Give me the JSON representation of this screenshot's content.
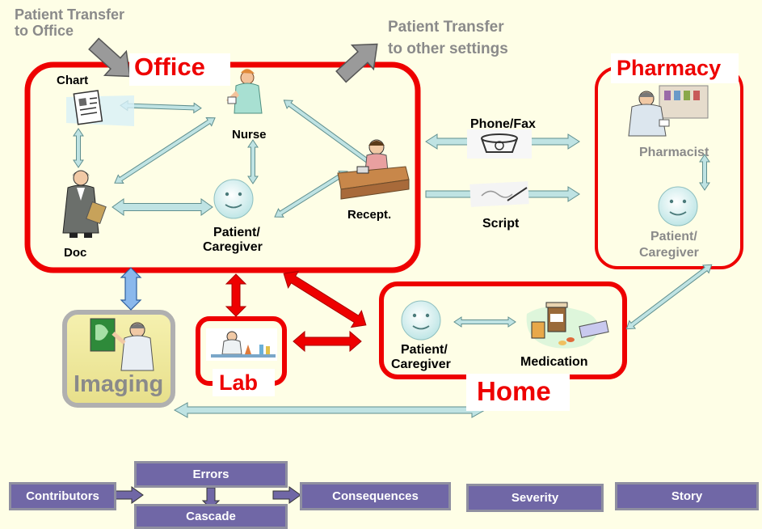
{
  "transfer": {
    "in_line1": "Patient Transfer",
    "in_line2": "to Office",
    "out_line1": "Patient Transfer",
    "out_line2": "to other settings"
  },
  "office": {
    "title": "Office",
    "chart": "Chart",
    "nurse": "Nurse",
    "doc": "Doc",
    "patient_line1": "Patient/",
    "patient_line2": "Caregiver",
    "recept": "Recept."
  },
  "links": {
    "phone_fax": "Phone/Fax",
    "script": "Script"
  },
  "pharmacy": {
    "title": "Pharmacy",
    "pharmacist": "Pharmacist",
    "patient_line1": "Patient/",
    "patient_line2": "Caregiver"
  },
  "imaging": {
    "title": "Imaging"
  },
  "lab": {
    "title": "Lab"
  },
  "home": {
    "title": "Home",
    "patient_line1": "Patient/",
    "patient_line2": "Caregiver",
    "medication": "Medication"
  },
  "nav": {
    "contributors": "Contributors",
    "errors": "Errors",
    "cascade": "Cascade",
    "consequences": "Consequences",
    "severity": "Severity",
    "story": "Story"
  },
  "colors": {
    "background": "#fefee6",
    "red_border": "#ee0000",
    "light_arrow": "#bfe3e3",
    "nav_button": "#7067a6"
  }
}
